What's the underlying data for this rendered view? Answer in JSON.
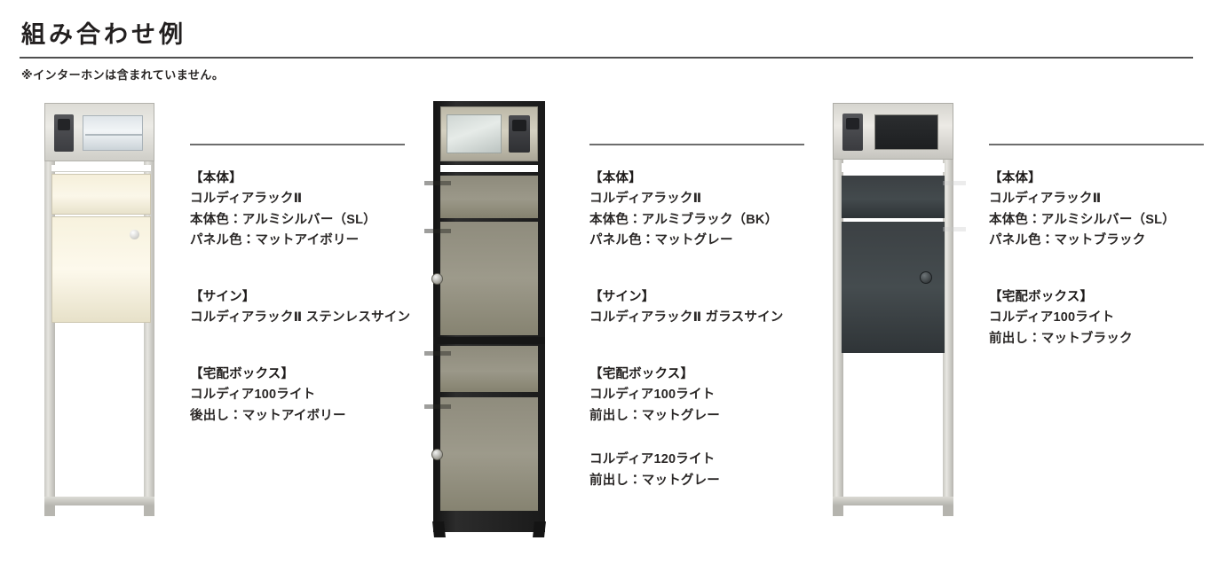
{
  "header": {
    "title": "組み合わせ例",
    "note": "※インターホンは含まれていません。"
  },
  "columns": [
    {
      "id": "example-1",
      "product_image": {
        "name": "cordia-rack-2-silver-ivory",
        "frame_color": "#c9c8c2",
        "panel_color": "#f7f2de",
        "sign_type": "stainless"
      },
      "groups": [
        {
          "heading": "【本体】",
          "lines": [
            "コルディアラックⅡ",
            "本体色：アルミシルバー（SL）",
            "パネル色：マットアイボリー"
          ]
        },
        {
          "heading": "【サイン】",
          "lines": [
            "コルディアラックⅡ ステンレスサイン"
          ]
        },
        {
          "heading": "【宅配ボックス】",
          "lines": [
            "コルディア100ライト",
            "後出し：マットアイボリー"
          ]
        }
      ]
    },
    {
      "id": "example-2",
      "product_image": {
        "name": "cordia-rack-2-black-gray",
        "frame_color": "#1a1a1a",
        "panel_color": "#8f8c7d",
        "sign_type": "glass"
      },
      "groups": [
        {
          "heading": "【本体】",
          "lines": [
            "コルディアラックⅡ",
            "本体色：アルミブラック（BK）",
            "パネル色：マットグレー"
          ]
        },
        {
          "heading": "【サイン】",
          "lines": [
            "コルディアラックⅡ ガラスサイン"
          ]
        },
        {
          "heading": "【宅配ボックス】",
          "lines": [
            "コルディア100ライト",
            "前出し：マットグレー"
          ]
        },
        {
          "heading": "",
          "lines": [
            "コルディア120ライト",
            "前出し：マットグレー"
          ]
        }
      ]
    },
    {
      "id": "example-3",
      "product_image": {
        "name": "cordia-rack-2-silver-black",
        "frame_color": "#c7c6c0",
        "panel_color": "#3c4144",
        "sign_type": "black-panel"
      },
      "groups": [
        {
          "heading": "【本体】",
          "lines": [
            "コルディアラックⅡ",
            "本体色：アルミシルバー（SL）",
            "パネル色：マットブラック"
          ]
        },
        {
          "heading": "【宅配ボックス】",
          "lines": [
            "コルディア100ライト",
            "前出し：マットブラック"
          ]
        }
      ]
    }
  ]
}
